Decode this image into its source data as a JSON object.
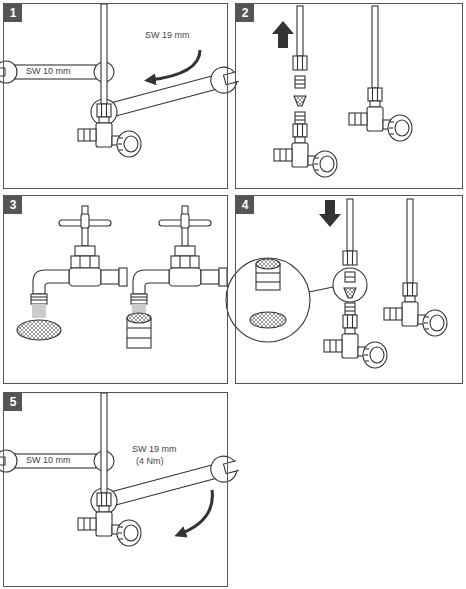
{
  "diagram": {
    "nodes": [
      {
        "text": [
          "1"
        ]
      },
      {
        "text": [
          "2"
        ]
      },
      {
        "text": [
          "3"
        ]
      },
      {
        "text": [
          "4"
        ]
      },
      {
        "text": [
          "5"
        ]
      }
    ],
    "labels": [
      "SW 10 mm",
      "SW 19 mm",
      "SW 10 mm",
      "SW 19 mm",
      "(4 Nm)"
    ]
  }
}
